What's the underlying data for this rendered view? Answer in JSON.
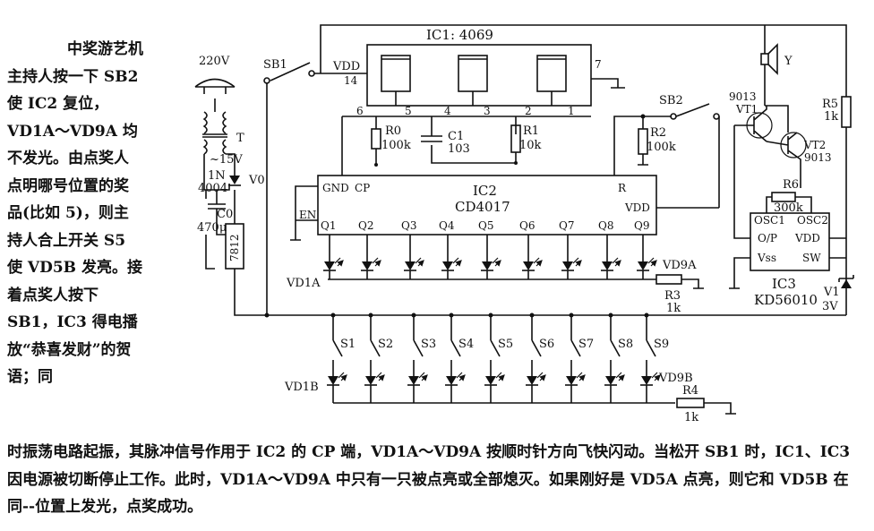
{
  "article": {
    "title": "中奖游艺机",
    "left_paragraph": "主持人按一下 SB2 使 IC2 复位，VD1A～VD9A 均不发光。由点奖人点明哪号位置的奖品(比如 5)，则主持人合上开关 S5 使 VD5B 发亮。接着点奖人按下 SB1，IC3 得电播放“恭喜发财”的贺语；同",
    "bottom_paragraph": "时振荡电路起振，其脉冲信号作用于 IC2 的 CP 端，VD1A～VD9A 按顺时针方向飞快闪动。当松开 SB1 时，IC1、IC3 因电源被切断停止工作。此时，VD1A～VD9A 中只有一只被点亮或全部熄灭。如果刚好是 VD5A 点亮，则它和 VD5B 在同--位置上发光，点奖成功。"
  },
  "diagram": {
    "ic1": {
      "label": "IC1: 4069",
      "pin14": "14",
      "pin7": "7",
      "pins": [
        "6",
        "5",
        "4",
        "3",
        "2",
        "1"
      ]
    },
    "ic2": {
      "label": "IC2",
      "part": "CD4017",
      "gnd": "GND",
      "cp": "CP",
      "r": "R",
      "vdd": "VDD",
      "en": "EN",
      "outputs": [
        "Q1",
        "Q2",
        "Q3",
        "Q4",
        "Q5",
        "Q6",
        "Q7",
        "Q8",
        "Q9"
      ]
    },
    "ic3": {
      "label": "IC3",
      "part": "KD56010",
      "osc1": "OSC1",
      "osc2": "OSC2",
      "op": "O/P",
      "vdd": "VDD",
      "vss": "Vss",
      "sw": "SW"
    },
    "power": {
      "mains": "220V",
      "transformer": "T",
      "secondary": "~15V",
      "diode_type": "1N",
      "diode_num": "4004",
      "diode": "V0",
      "cap": "C0",
      "cap_value": "470μ",
      "regulator": "7812"
    },
    "sb1": "SB1",
    "vdd_top": "VDD",
    "sb2": "SB2",
    "r0": "R0",
    "r0_value": "100k",
    "c1": "C1",
    "c1_value": "103",
    "r1": "R1",
    "r1_value": "10k",
    "r2": "R2",
    "r2_value": "100k",
    "r3": "R3",
    "r3_value": "1k",
    "r4": "R4",
    "r4_value": "1k",
    "r5": "R5",
    "r5_value": "1k",
    "r6": "R6",
    "r6_value": "300k",
    "speaker": "Y",
    "vt1_type": "9013",
    "vt1": "VT1",
    "vt2": "VT2",
    "vt2_type": "9013",
    "v1": "V1",
    "v1_value": "3V",
    "vd1a": "VD1A",
    "vd9a": "VD9A",
    "vd1b": "VD1B",
    "vd9b": "VD9B",
    "switches": [
      "S1",
      "S2",
      "S3",
      "S4",
      "S5",
      "S6",
      "S7",
      "S8",
      "S9"
    ]
  }
}
